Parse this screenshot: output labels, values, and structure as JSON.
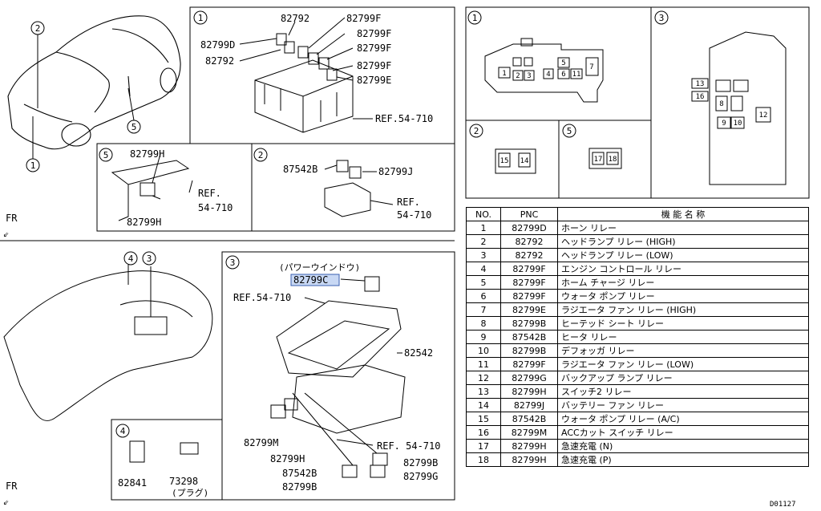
{
  "callouts": {
    "c1": "1",
    "c2": "2",
    "c3": "3",
    "c4": "4",
    "c5": "5"
  },
  "fr": "FR",
  "box1": {
    "p1": "82792",
    "p2": "82799F",
    "p3": "82799D",
    "p4": "82799F",
    "p5": "82799F",
    "p6": "82792",
    "p7": "82799F",
    "p8": "82799E",
    "ref": "REF.54-710"
  },
  "box5": {
    "p1": "82799H",
    "ref1": "REF.",
    "ref2": "54-710",
    "p2": "82799H"
  },
  "box2": {
    "p1": "87542B",
    "p2": "82799J",
    "ref1": "REF.",
    "ref2": "54-710"
  },
  "box3": {
    "sub": "(パワーウインドウ)",
    "hl": "82799C",
    "ref_a": "REF.54-710",
    "p1": "82542",
    "ref_b": "REF. 54-710",
    "p2": "82799M",
    "p3": "82799H",
    "p4": "87542B",
    "p5": "82799B",
    "p6": "82799B",
    "p7": "82799G"
  },
  "box4": {
    "p1": "82841",
    "p2": "73298",
    "p3": "(プラグ)"
  },
  "layout1": {
    "s5": "5",
    "s1": "1",
    "s2": "2",
    "s3": "3",
    "s4": "4",
    "s6": "6",
    "s11": "11",
    "s7": "7"
  },
  "layout2": {
    "s15": "15",
    "s14": "14"
  },
  "layout5": {
    "s17": "17",
    "s18": "18"
  },
  "layout3": {
    "s13": "13",
    "s16": "16",
    "s8": "8",
    "s9": "9",
    "s10": "10",
    "s12": "12"
  },
  "table": {
    "headers": [
      "NO.",
      "PNC",
      "機 能 名 称"
    ],
    "rows": [
      {
        "no": "1",
        "pnc": "82799D",
        "name": "ホーン リレー"
      },
      {
        "no": "2",
        "pnc": "82792",
        "name": "ヘッドランプ リレー (HIGH)"
      },
      {
        "no": "3",
        "pnc": "82792",
        "name": "ヘッドランプ リレー (LOW)"
      },
      {
        "no": "4",
        "pnc": "82799F",
        "name": "エンジン コントロール リレー"
      },
      {
        "no": "5",
        "pnc": "82799F",
        "name": "ホーム チャージ リレー"
      },
      {
        "no": "6",
        "pnc": "82799F",
        "name": "ウォータ ポンプ リレー"
      },
      {
        "no": "7",
        "pnc": "82799E",
        "name": "ラジエータ ファン リレー (HIGH)"
      },
      {
        "no": "8",
        "pnc": "82799B",
        "name": "ヒーテッド シート リレー"
      },
      {
        "no": "9",
        "pnc": "87542B",
        "name": "ヒータ リレー"
      },
      {
        "no": "10",
        "pnc": "82799B",
        "name": "デフォッガ リレー"
      },
      {
        "no": "11",
        "pnc": "82799F",
        "name": "ラジエータ ファン リレー (LOW)"
      },
      {
        "no": "12",
        "pnc": "82799G",
        "name": "バックアップ ランプ リレー"
      },
      {
        "no": "13",
        "pnc": "82799H",
        "name": "スイッチ2 リレー"
      },
      {
        "no": "14",
        "pnc": "82799J",
        "name": "バッテリー ファン リレー"
      },
      {
        "no": "15",
        "pnc": "87542B",
        "name": "ウォータ ポンプ リレー (A/C)"
      },
      {
        "no": "16",
        "pnc": "82799M",
        "name": "ACCカット スイッチ リレー"
      },
      {
        "no": "17",
        "pnc": "82799H",
        "name": "急速充電 (N)"
      },
      {
        "no": "18",
        "pnc": "82799H",
        "name": "急速充電 (P)"
      }
    ]
  },
  "code": "D01127"
}
